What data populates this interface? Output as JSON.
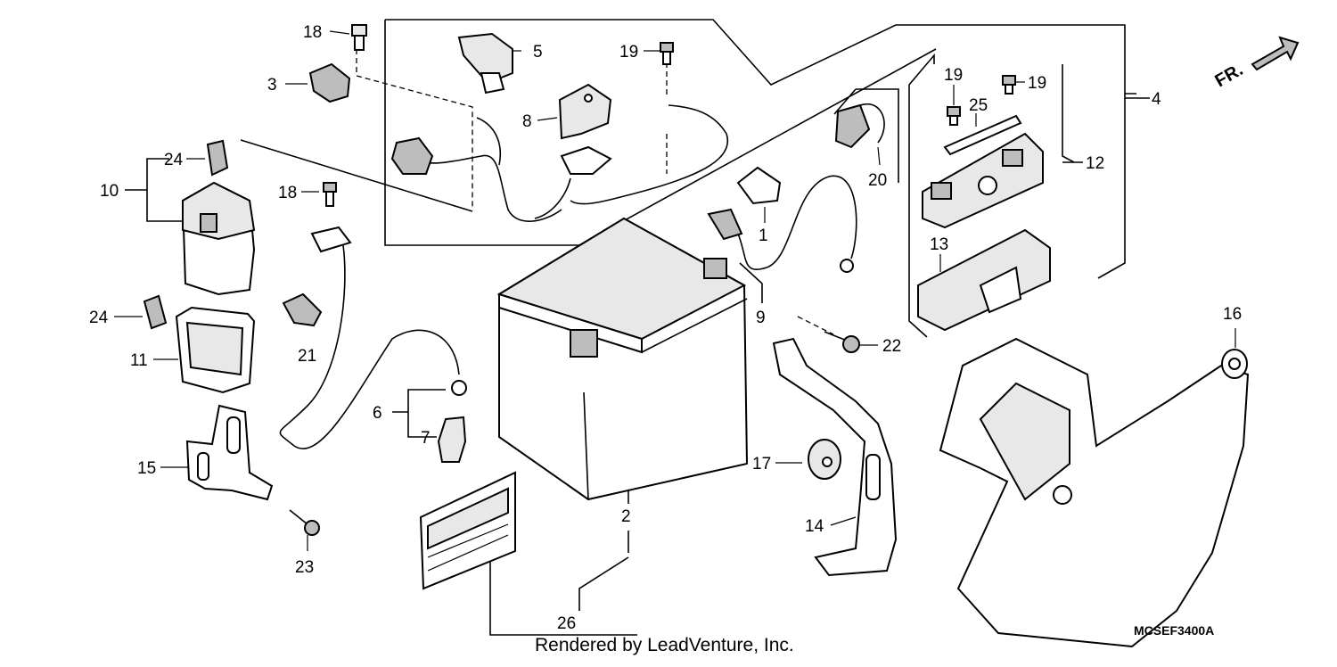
{
  "diagram": {
    "drawing_code": "MCSEF3400A",
    "credit": "Rendered by LeadVenture, Inc.",
    "front_indicator": "FR."
  },
  "callouts": [
    {
      "id": "c1",
      "label": "1"
    },
    {
      "id": "c2",
      "label": "2"
    },
    {
      "id": "c3",
      "label": "3"
    },
    {
      "id": "c4",
      "label": "4"
    },
    {
      "id": "c5",
      "label": "5"
    },
    {
      "id": "c6",
      "label": "6"
    },
    {
      "id": "c7",
      "label": "7"
    },
    {
      "id": "c8",
      "label": "8"
    },
    {
      "id": "c9",
      "label": "9"
    },
    {
      "id": "c10",
      "label": "10"
    },
    {
      "id": "c11",
      "label": "11"
    },
    {
      "id": "c12",
      "label": "12"
    },
    {
      "id": "c13",
      "label": "13"
    },
    {
      "id": "c14",
      "label": "14"
    },
    {
      "id": "c15",
      "label": "15"
    },
    {
      "id": "c16",
      "label": "16"
    },
    {
      "id": "c17",
      "label": "17"
    },
    {
      "id": "c18a",
      "label": "18"
    },
    {
      "id": "c18b",
      "label": "18"
    },
    {
      "id": "c19a",
      "label": "19"
    },
    {
      "id": "c19b",
      "label": "19"
    },
    {
      "id": "c19c",
      "label": "19"
    },
    {
      "id": "c20",
      "label": "20"
    },
    {
      "id": "c21",
      "label": "21"
    },
    {
      "id": "c22",
      "label": "22"
    },
    {
      "id": "c23",
      "label": "23"
    },
    {
      "id": "c24a",
      "label": "24"
    },
    {
      "id": "c24b",
      "label": "24"
    },
    {
      "id": "c25",
      "label": "25"
    },
    {
      "id": "c26",
      "label": "26"
    }
  ]
}
